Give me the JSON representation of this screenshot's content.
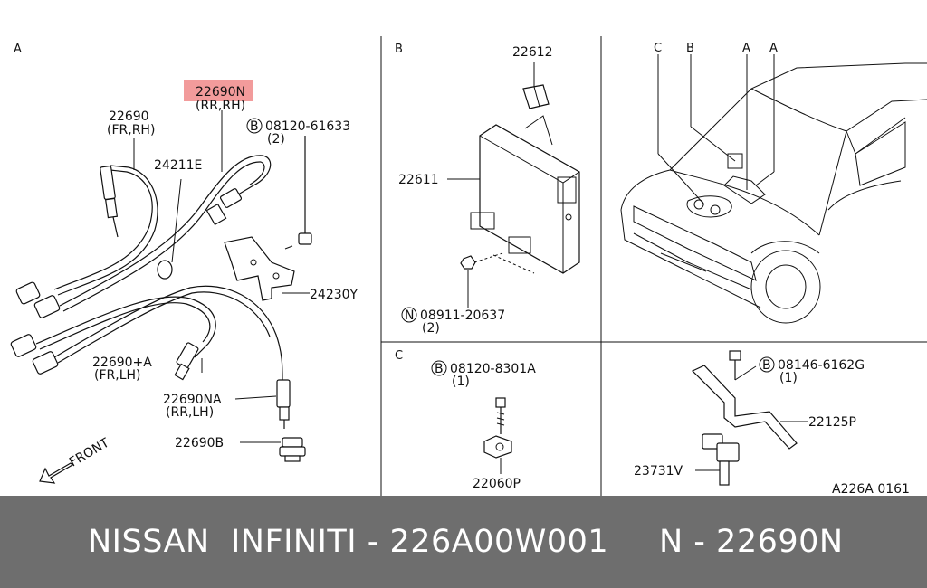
{
  "sections": {
    "a": "A",
    "b": "B",
    "c": "C"
  },
  "car_callouts": [
    "C",
    "B",
    "A",
    "A"
  ],
  "parts": {
    "p22690n": "22690N",
    "p22690n_loc": "(RR,RH)",
    "p22690": "22690",
    "p22690_loc": "(FR,RH)",
    "p24211e": "24211E",
    "bolt1_prefix": "B",
    "bolt1": "08120-61633",
    "bolt1_qty": "(2)",
    "p24230y": "24230Y",
    "p22690a": "22690+A",
    "p22690a_loc": "(FR,LH)",
    "p22690na": "22690NA",
    "p22690na_loc": "(RR,LH)",
    "p22690b": "22690B",
    "front": "FRONT",
    "p22612": "22612",
    "p22611": "22611",
    "nut_prefix": "N",
    "nut": "08911-20637",
    "nut_qty": "(2)",
    "bolt2_prefix": "B",
    "bolt2": "08120-8301A",
    "bolt2_qty": "(1)",
    "p22060p": "22060P",
    "bolt3_prefix": "B",
    "bolt3": "08146-6162G",
    "bolt3_qty": "(1)",
    "p22125p": "22125P",
    "p23731v": "23731V",
    "drawing_ref": "A226A 0161"
  },
  "highlight": {
    "color": "#f08a8a",
    "part": "22690N"
  },
  "footer": {
    "text": "NISSAN  INFINITI - 226A00W001",
    "ref": "N - 22690N",
    "bg": "#6e6e6e"
  }
}
